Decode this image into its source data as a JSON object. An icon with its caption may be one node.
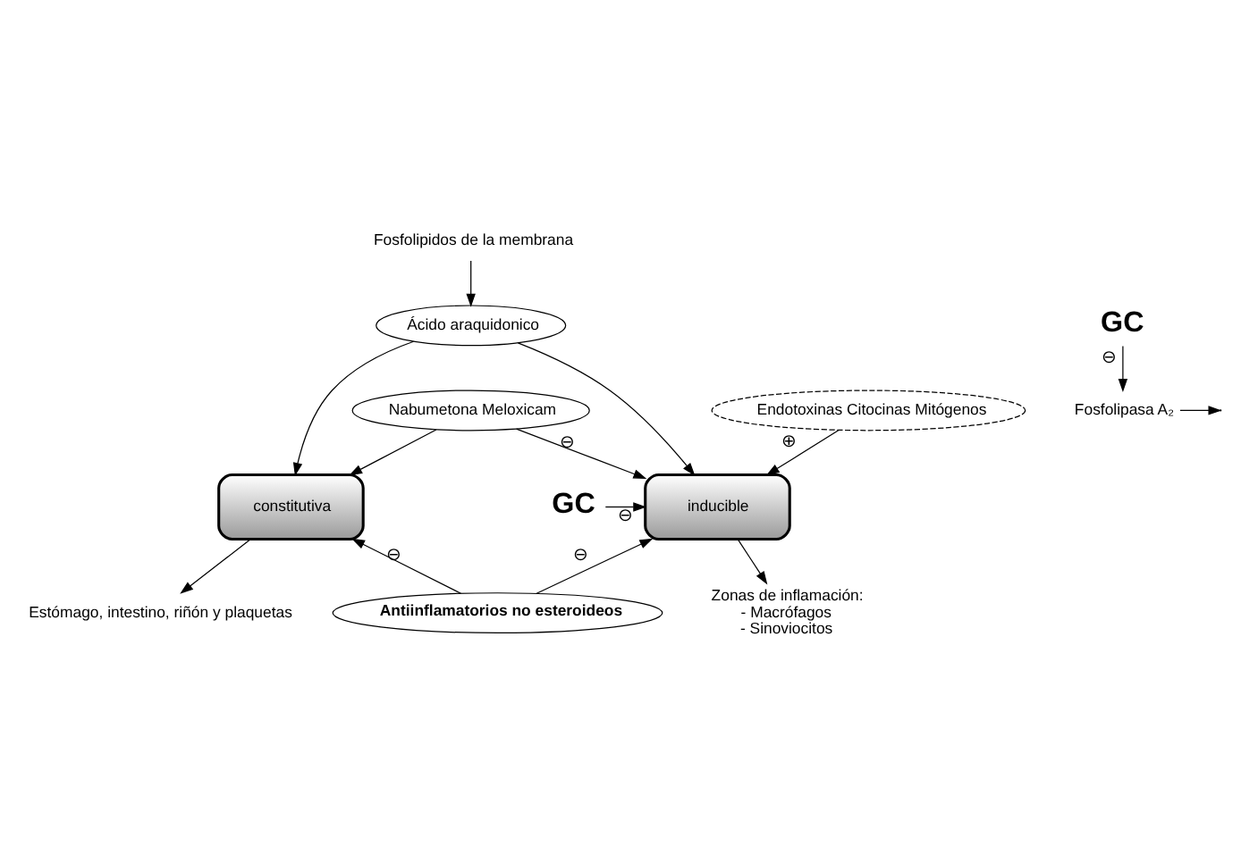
{
  "diagram": {
    "nodes": [
      {
        "text": [
          "Fosfolipidos de la membrana"
        ]
      },
      {
        "text": [
          "Fosfolipasa A₂"
        ]
      },
      {
        "text": [
          "GC"
        ]
      },
      {
        "text": [
          "Ácido araquidonico"
        ]
      },
      {
        "text": [
          "Nabumetona Meloxicam"
        ]
      },
      {
        "text": [
          "Endotoxinas Citocinas Mitógenos"
        ]
      },
      {
        "text": [
          "constitutiva"
        ]
      },
      {
        "text": [
          "inducible"
        ]
      },
      {
        "text": [
          "Antiinflamatorios no esteroideos"
        ]
      },
      {
        "text": [
          "GC"
        ]
      },
      {
        "text": [
          "Estómago, intestino, riñón y plaquetas"
        ]
      },
      {
        "text": [
          "Zonas de inflamación:",
          "- Macrófagos",
          "- Sinoviocitos"
        ]
      }
    ],
    "edges": [
      {
        "from": 0,
        "to": 3,
        "arrow": "to"
      },
      {
        "from": 1,
        "to": null,
        "arrow": "to"
      },
      {
        "from": 2,
        "to": 1,
        "arrow": "to",
        "label": "⊖"
      },
      {
        "from": 3,
        "to": 6,
        "arrow": "to"
      },
      {
        "from": 3,
        "to": 7,
        "arrow": "to"
      },
      {
        "from": 4,
        "to": 6,
        "arrow": "to"
      },
      {
        "from": 4,
        "to": 7,
        "arrow": "to",
        "label": "⊖"
      },
      {
        "from": 5,
        "to": 7,
        "arrow": "to",
        "label": "⊕"
      },
      {
        "from": 8,
        "to": 6,
        "arrow": "to",
        "label": "⊖"
      },
      {
        "from": 8,
        "to": 7,
        "arrow": "to",
        "label": "⊖"
      },
      {
        "from": 9,
        "to": 7,
        "arrow": "to",
        "label": "⊖"
      },
      {
        "from": 6,
        "to": 10,
        "arrow": "to"
      },
      {
        "from": 7,
        "to": 11,
        "arrow": "to"
      }
    ]
  }
}
